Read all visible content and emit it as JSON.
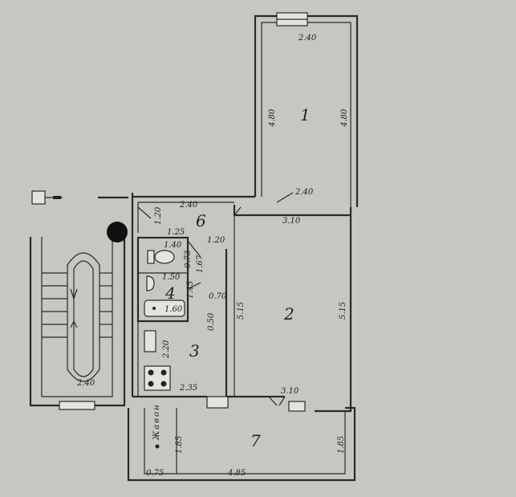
{
  "rooms": [
    {
      "number": "1"
    },
    {
      "number": "2"
    },
    {
      "number": "3"
    },
    {
      "number": "4"
    },
    {
      "number": "6"
    },
    {
      "number": "7"
    }
  ],
  "dimensions": {
    "r1_top": "2.40",
    "r1_left": "4.80",
    "r1_right": "4.80",
    "r1_bottom": "2.40",
    "r6_top": "2.40",
    "r6_left": "1.20",
    "r2_top": "3.10",
    "r2_left": "5.15",
    "r2_right": "5.15",
    "r2_bottom": "3.10",
    "wc_top": "1.25",
    "wc_w": "1.40",
    "wc_h": "0.73",
    "hall_w": "1.20",
    "d_167": "1.67",
    "bath_top": "1.50",
    "bath_h": "1.45",
    "bath_w": "1.60",
    "d_070": "0.70",
    "d_050": "0.50",
    "kitchen_h": "2.20",
    "kitchen_bottom": "2.35",
    "stair_w": "2.40",
    "balc_h_left": "1.85",
    "balc_h_right": "1.85",
    "balc_left": "0.75",
    "balc_bottom": "4.85"
  },
  "labels": {
    "balcony_vertical": "Жавон"
  }
}
